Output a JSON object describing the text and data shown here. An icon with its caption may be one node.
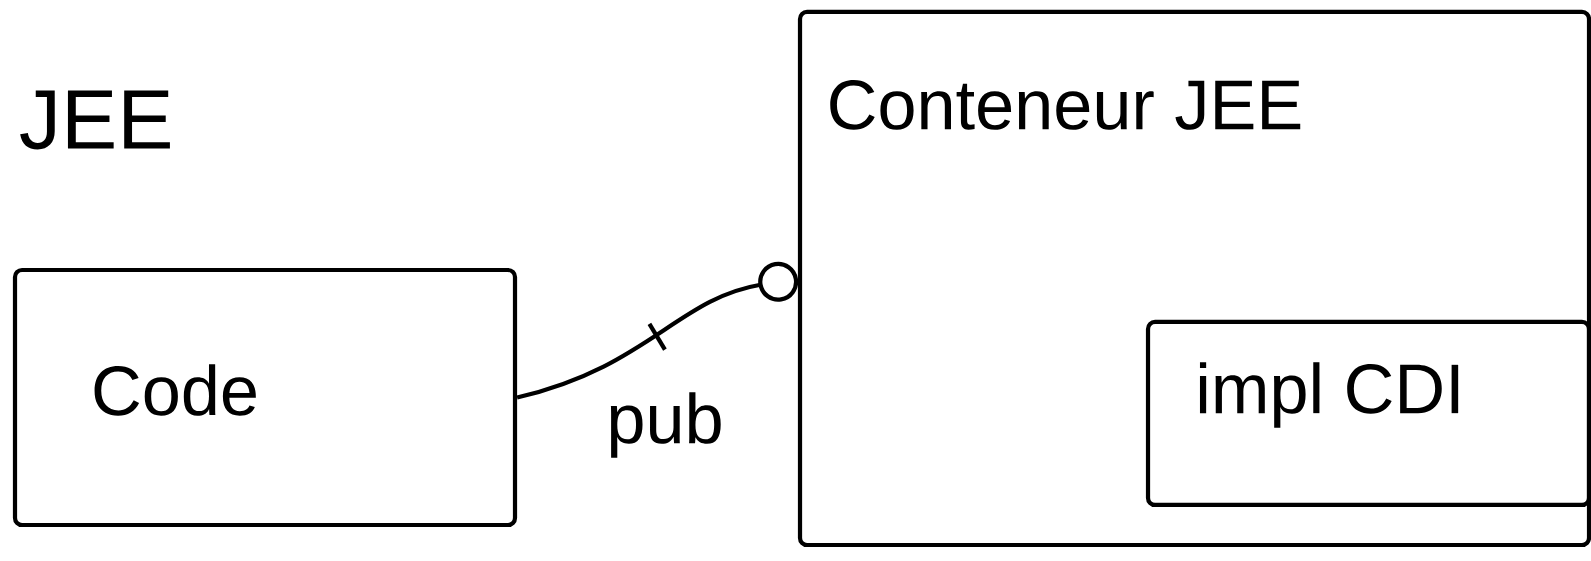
{
  "diagram": {
    "nodes": [
      {
        "text": [
          "Code"
        ]
      },
      {
        "text": [
          "Conteneur JEE"
        ]
      },
      {
        "text": [
          "impl CDI"
        ],
        "in": 1
      }
    ],
    "edges": [
      {
        "from": 0,
        "to": 1,
        "arrow": "other",
        "label": "pub"
      }
    ],
    "labels": [
      "JEE"
    ]
  }
}
